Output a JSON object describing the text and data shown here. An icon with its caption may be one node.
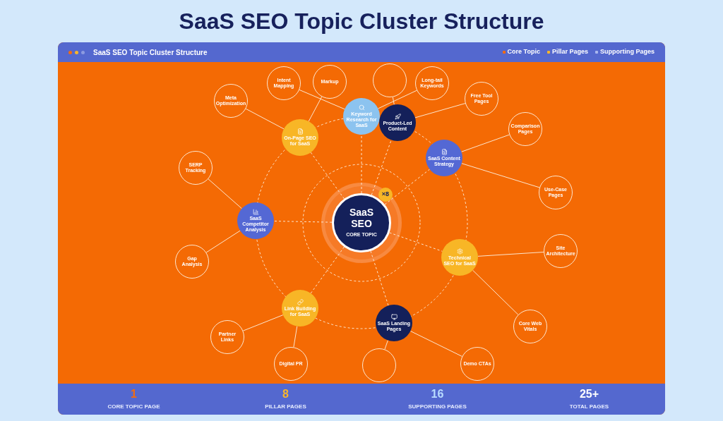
{
  "diagram": {
    "title": "SaaS SEO Topic Cluster Structure",
    "nodes": [
      {
        "text": [
          "SaaS SEO",
          "CORE TOPIC"
        ]
      },
      {
        "text": [
          "Keyword Research for SaaS"
        ]
      },
      {
        "text": [
          "Product-Led Content"
        ]
      },
      {
        "text": [
          "SaaS Content Strategy"
        ]
      },
      {
        "text": [
          "Technical SEO for SaaS"
        ]
      },
      {
        "text": [
          "SaaS Landing Pages"
        ]
      },
      {
        "text": [
          "Link Building for SaaS"
        ]
      },
      {
        "text": [
          "SaaS Competitor Analysis"
        ]
      },
      {
        "text": [
          "On-Page SEO for SaaS"
        ]
      },
      {
        "text": [
          "Intent Mapping"
        ]
      },
      {
        "text": [
          "Markup"
        ]
      },
      {
        "text": [],
        "shape": "circle"
      },
      {
        "text": [
          "Long-tail Keywords"
        ]
      },
      {
        "text": [
          "Free Tool Pages"
        ]
      },
      {
        "text": [
          "Comparison Pages"
        ]
      },
      {
        "text": [
          "Use-Case Pages"
        ]
      },
      {
        "text": [
          "Site Architecture"
        ]
      },
      {
        "text": [
          "Core Web Vitals"
        ]
      },
      {
        "text": [
          "Demo CTAs"
        ]
      },
      {
        "text": [],
        "shape": "circle"
      },
      {
        "text": [
          "Digital PR"
        ]
      },
      {
        "text": [
          "Partner Links"
        ]
      },
      {
        "text": [
          "Gap Analysis"
        ]
      },
      {
        "text": [
          "SERP Tracking"
        ]
      },
      {
        "text": [
          "Meta Optimization"
        ]
      }
    ],
    "edges": [
      {
        "from": 0,
        "to": 1,
        "arrow": "none",
        "style": "dashed"
      },
      {
        "from": 0,
        "to": 2,
        "arrow": "none",
        "style": "dashed"
      },
      {
        "from": 0,
        "to": 3,
        "arrow": "none",
        "style": "dashed"
      },
      {
        "from": 0,
        "to": 4,
        "arrow": "none",
        "style": "dashed"
      },
      {
        "from": 0,
        "to": 5,
        "arrow": "none",
        "style": "dashed"
      },
      {
        "from": 0,
        "to": 6,
        "arrow": "none",
        "style": "dashed"
      },
      {
        "from": 0,
        "to": 7,
        "arrow": "none",
        "style": "dashed"
      },
      {
        "from": 0,
        "to": 8,
        "arrow": "none",
        "style": "dashed"
      },
      {
        "from": 1,
        "to": 9,
        "arrow": "none"
      },
      {
        "from": 8,
        "to": 10,
        "arrow": "none"
      },
      {
        "from": 2,
        "to": 11,
        "arrow": "none"
      },
      {
        "from": 1,
        "to": 12,
        "arrow": "none"
      },
      {
        "from": 2,
        "to": 13,
        "arrow": "none"
      },
      {
        "from": 3,
        "to": 14,
        "arrow": "none"
      },
      {
        "from": 3,
        "to": 15,
        "arrow": "none"
      },
      {
        "from": 4,
        "to": 16,
        "arrow": "none"
      },
      {
        "from": 4,
        "to": 17,
        "arrow": "none"
      },
      {
        "from": 5,
        "to": 18,
        "arrow": "none"
      },
      {
        "from": 5,
        "to": 19,
        "arrow": "none"
      },
      {
        "from": 6,
        "to": 20,
        "arrow": "none"
      },
      {
        "from": 6,
        "to": 21,
        "arrow": "none"
      },
      {
        "from": 7,
        "to": 22,
        "arrow": "none"
      },
      {
        "from": 7,
        "to": 23,
        "arrow": "none"
      },
      {
        "from": 8,
        "to": 24,
        "arrow": "none"
      }
    ],
    "labels": [
      "SaaS SEO Topic Cluster Structure",
      "×8",
      "1",
      "CORE TOPIC PAGE",
      "8",
      "PILLAR PAGES",
      "16",
      "SUPPORTING PAGES",
      "25+",
      "TOTAL PAGES"
    ],
    "legend": [
      {
        "text": "Core Topic",
        "color": "#f26b12"
      },
      {
        "text": "Pillar Pages",
        "color": "#f7b52c"
      },
      {
        "text": "Supporting Pages",
        "color": "#a9b7ee"
      }
    ]
  }
}
